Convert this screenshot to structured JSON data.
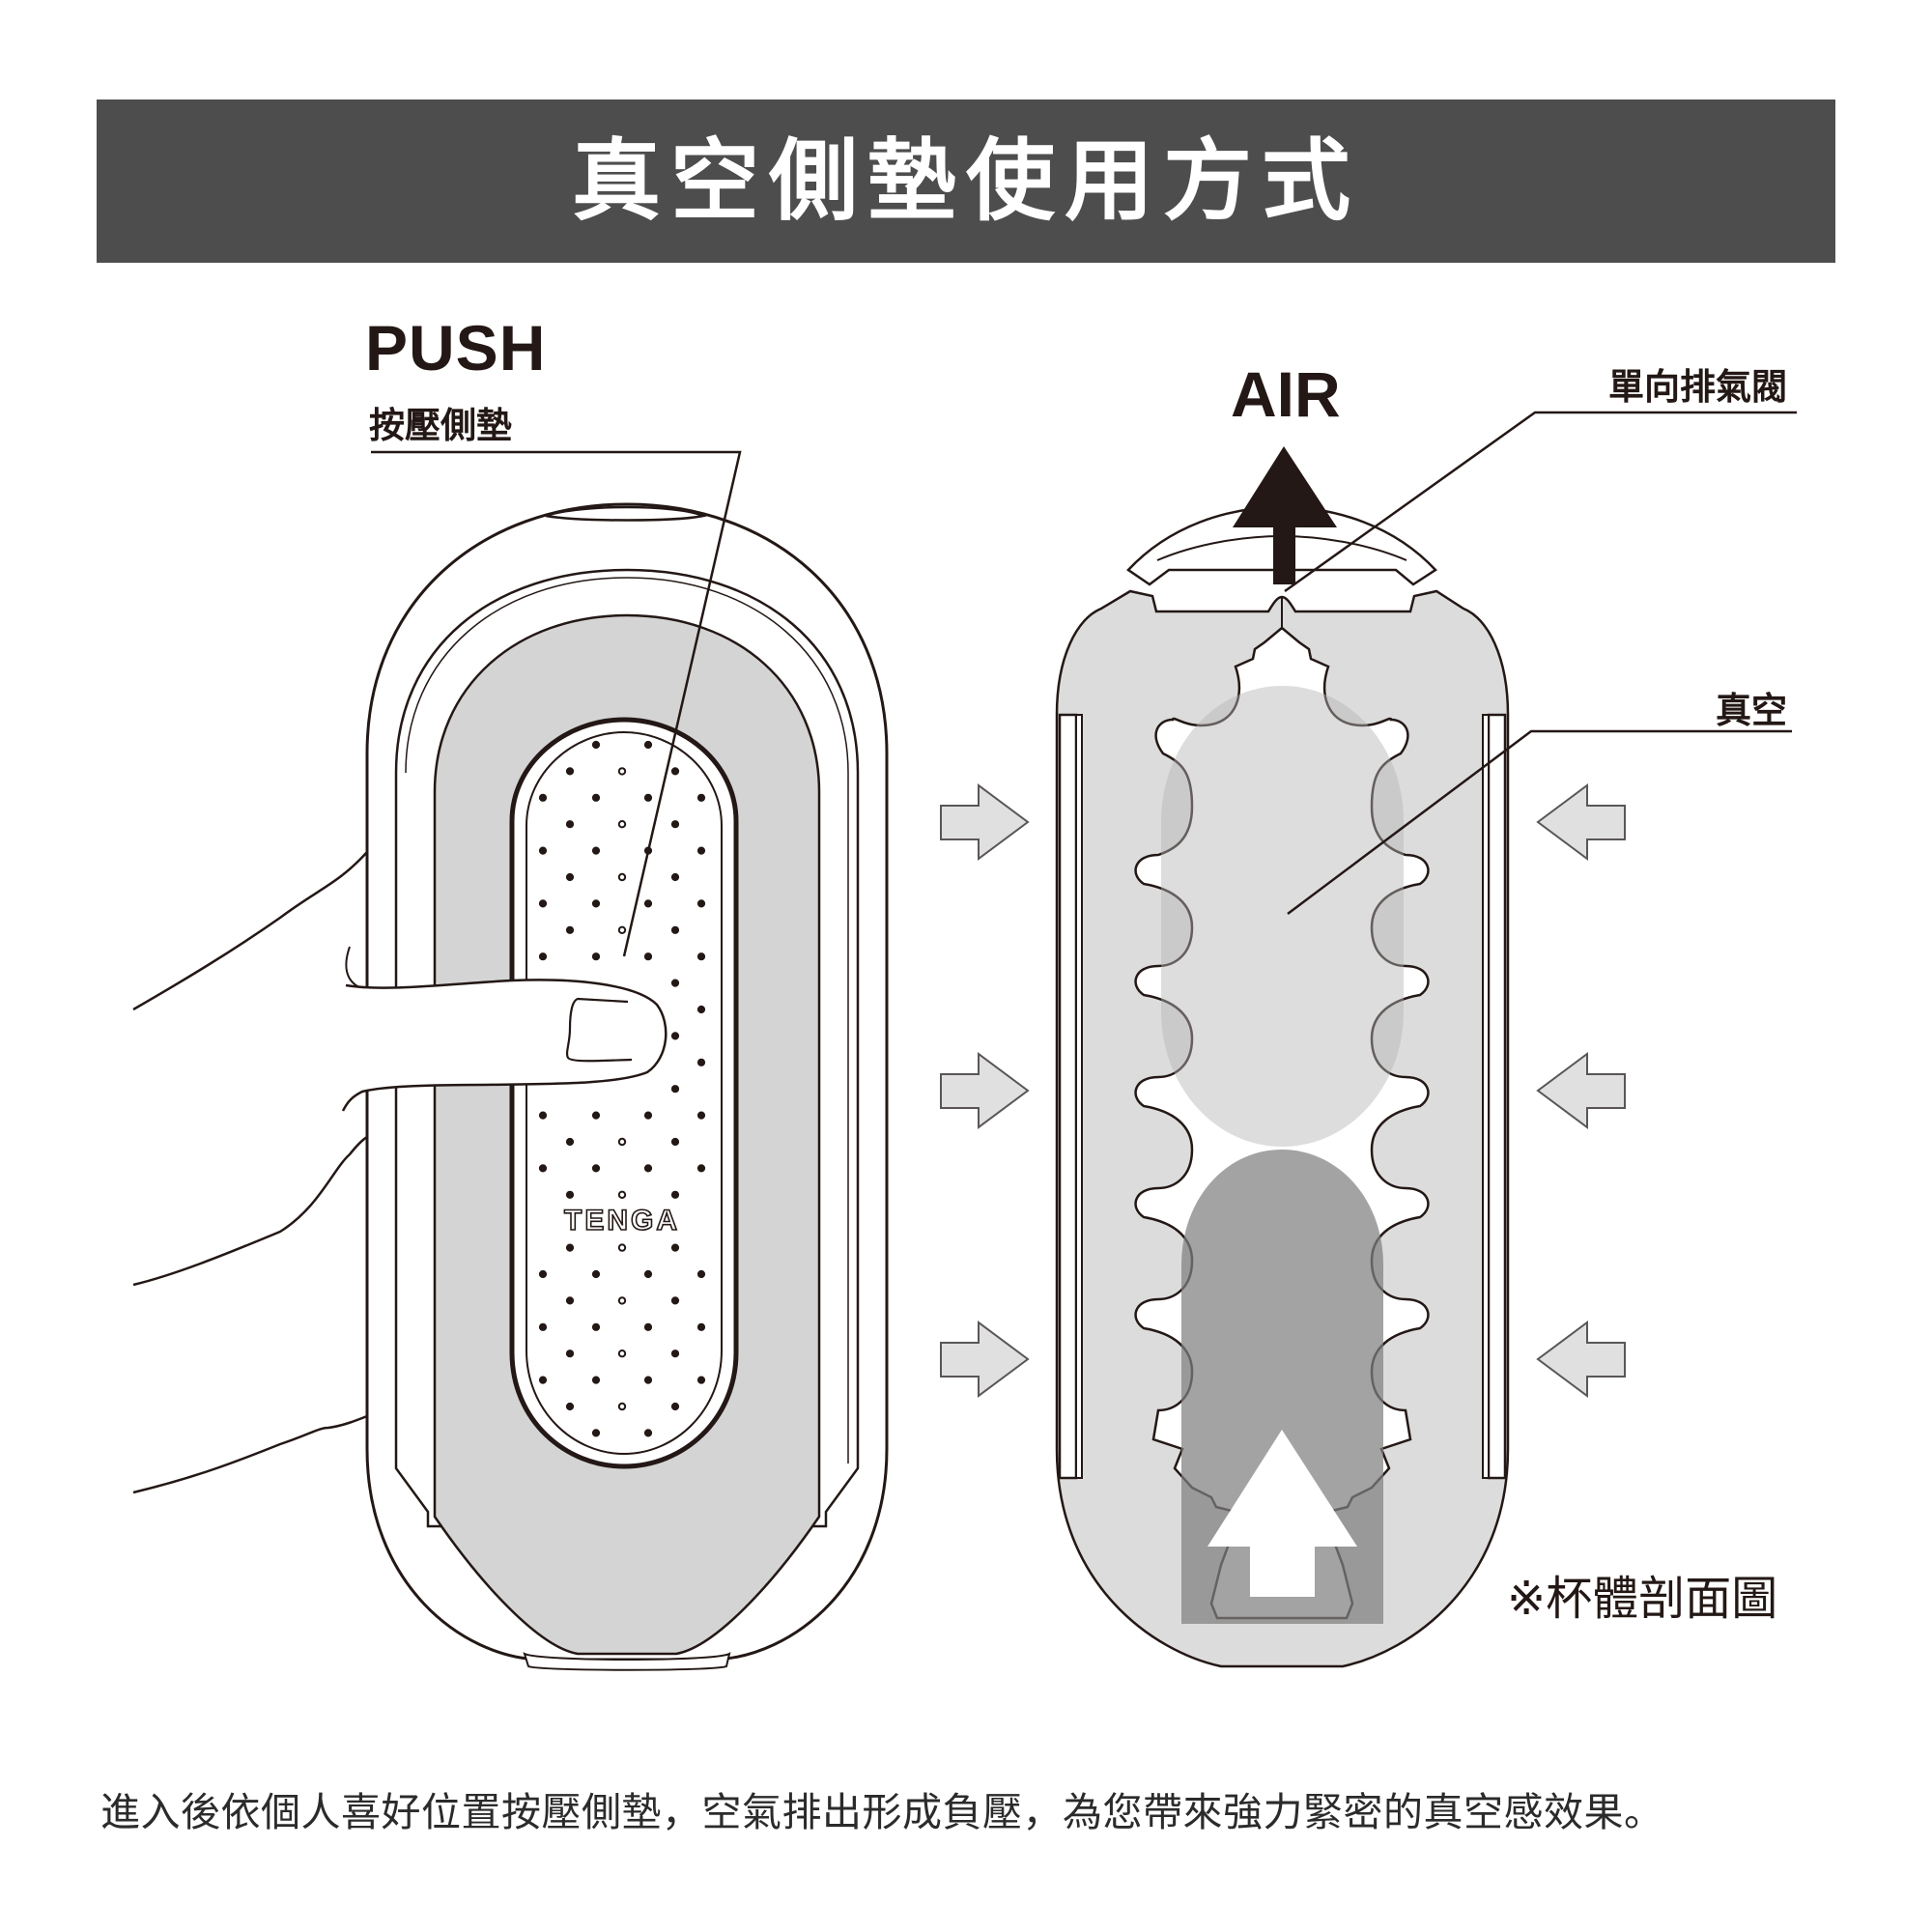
{
  "header": {
    "title": "真空側墊使用方式",
    "background_color": "#4d4d4d"
  },
  "left_figure": {
    "action_label": "PUSH",
    "callout_label": "按壓側墊",
    "brand_logo_text": "TENGA"
  },
  "right_figure": {
    "air_label": "AIR",
    "valve_callout": "單向排氣閥",
    "vacuum_callout": "真空",
    "note": "※杯體剖面圖"
  },
  "footer": {
    "description": "進入後依個人喜好位置按壓側墊，空氣排出形成負壓，為您帶來強力緊密的真空感效果。"
  },
  "colors": {
    "line": "#231815",
    "light_gray": "#dcdcdc",
    "vacuum_gray": "#d4d4d4",
    "dark_gray": "#a0a0a0",
    "arrow_fill": "#e0e0e0"
  },
  "icons": {
    "air_arrow": "arrow-up-icon",
    "push_arrows": "arrow-right-icon",
    "squeeze_arrows": "arrow-left-icon",
    "insertion_arrow": "arrow-up-icon"
  }
}
